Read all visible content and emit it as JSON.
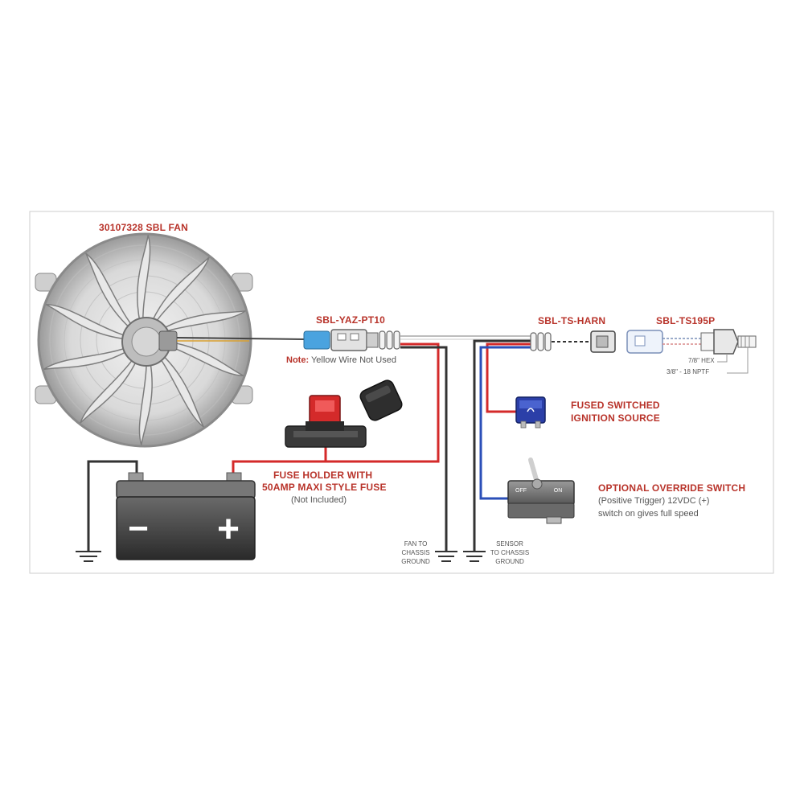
{
  "colors": {
    "accent_red": "#b8332a",
    "wire_red": "#d42a2a",
    "wire_blue": "#2b4fb8",
    "wire_black": "#333333",
    "frame": "#cccccc"
  },
  "labels": {
    "fan_part": "30107328 SBL FAN",
    "adapter_part": "SBL-YAZ-PT10",
    "note_prefix": "Note:",
    "note_text": "Yellow Wire Not Used",
    "harness_part": "SBL-TS-HARN",
    "sensor_part": "SBL-TS195P",
    "hex_size": "7/8\" HEX",
    "thread_size": "3/8\" - 18 NPTF",
    "fused_line1": "FUSED SWITCHED",
    "fused_line2": "IGNITION SOURCE",
    "fuse_holder_line1": "FUSE HOLDER WITH",
    "fuse_holder_line2": "50AMP MAXI STYLE FUSE",
    "fuse_holder_note": "(Not Included)",
    "override_title": "OPTIONAL OVERRIDE SWITCH",
    "override_line1": "(Positive Trigger) 12VDC (+)",
    "override_line2": "switch on gives full speed",
    "fan_ground_1": "FAN TO",
    "fan_ground_2": "CHASSIS",
    "fan_ground_3": "GROUND",
    "sensor_ground_1": "SENSOR",
    "sensor_ground_2": "TO CHASSIS",
    "sensor_ground_3": "GROUND",
    "battery_minus": "−",
    "battery_plus": "+",
    "switch_off": "OFF",
    "switch_on": "ON"
  },
  "icons": {
    "fan": "fan-icon",
    "battery": "battery-icon",
    "fuse_holder": "fuse-holder-icon",
    "mini_fuse": "blade-fuse-icon",
    "toggle_switch": "toggle-switch-icon",
    "ground": "ground-icon",
    "connector": "connector-icon",
    "sensor": "temperature-sensor-icon"
  }
}
